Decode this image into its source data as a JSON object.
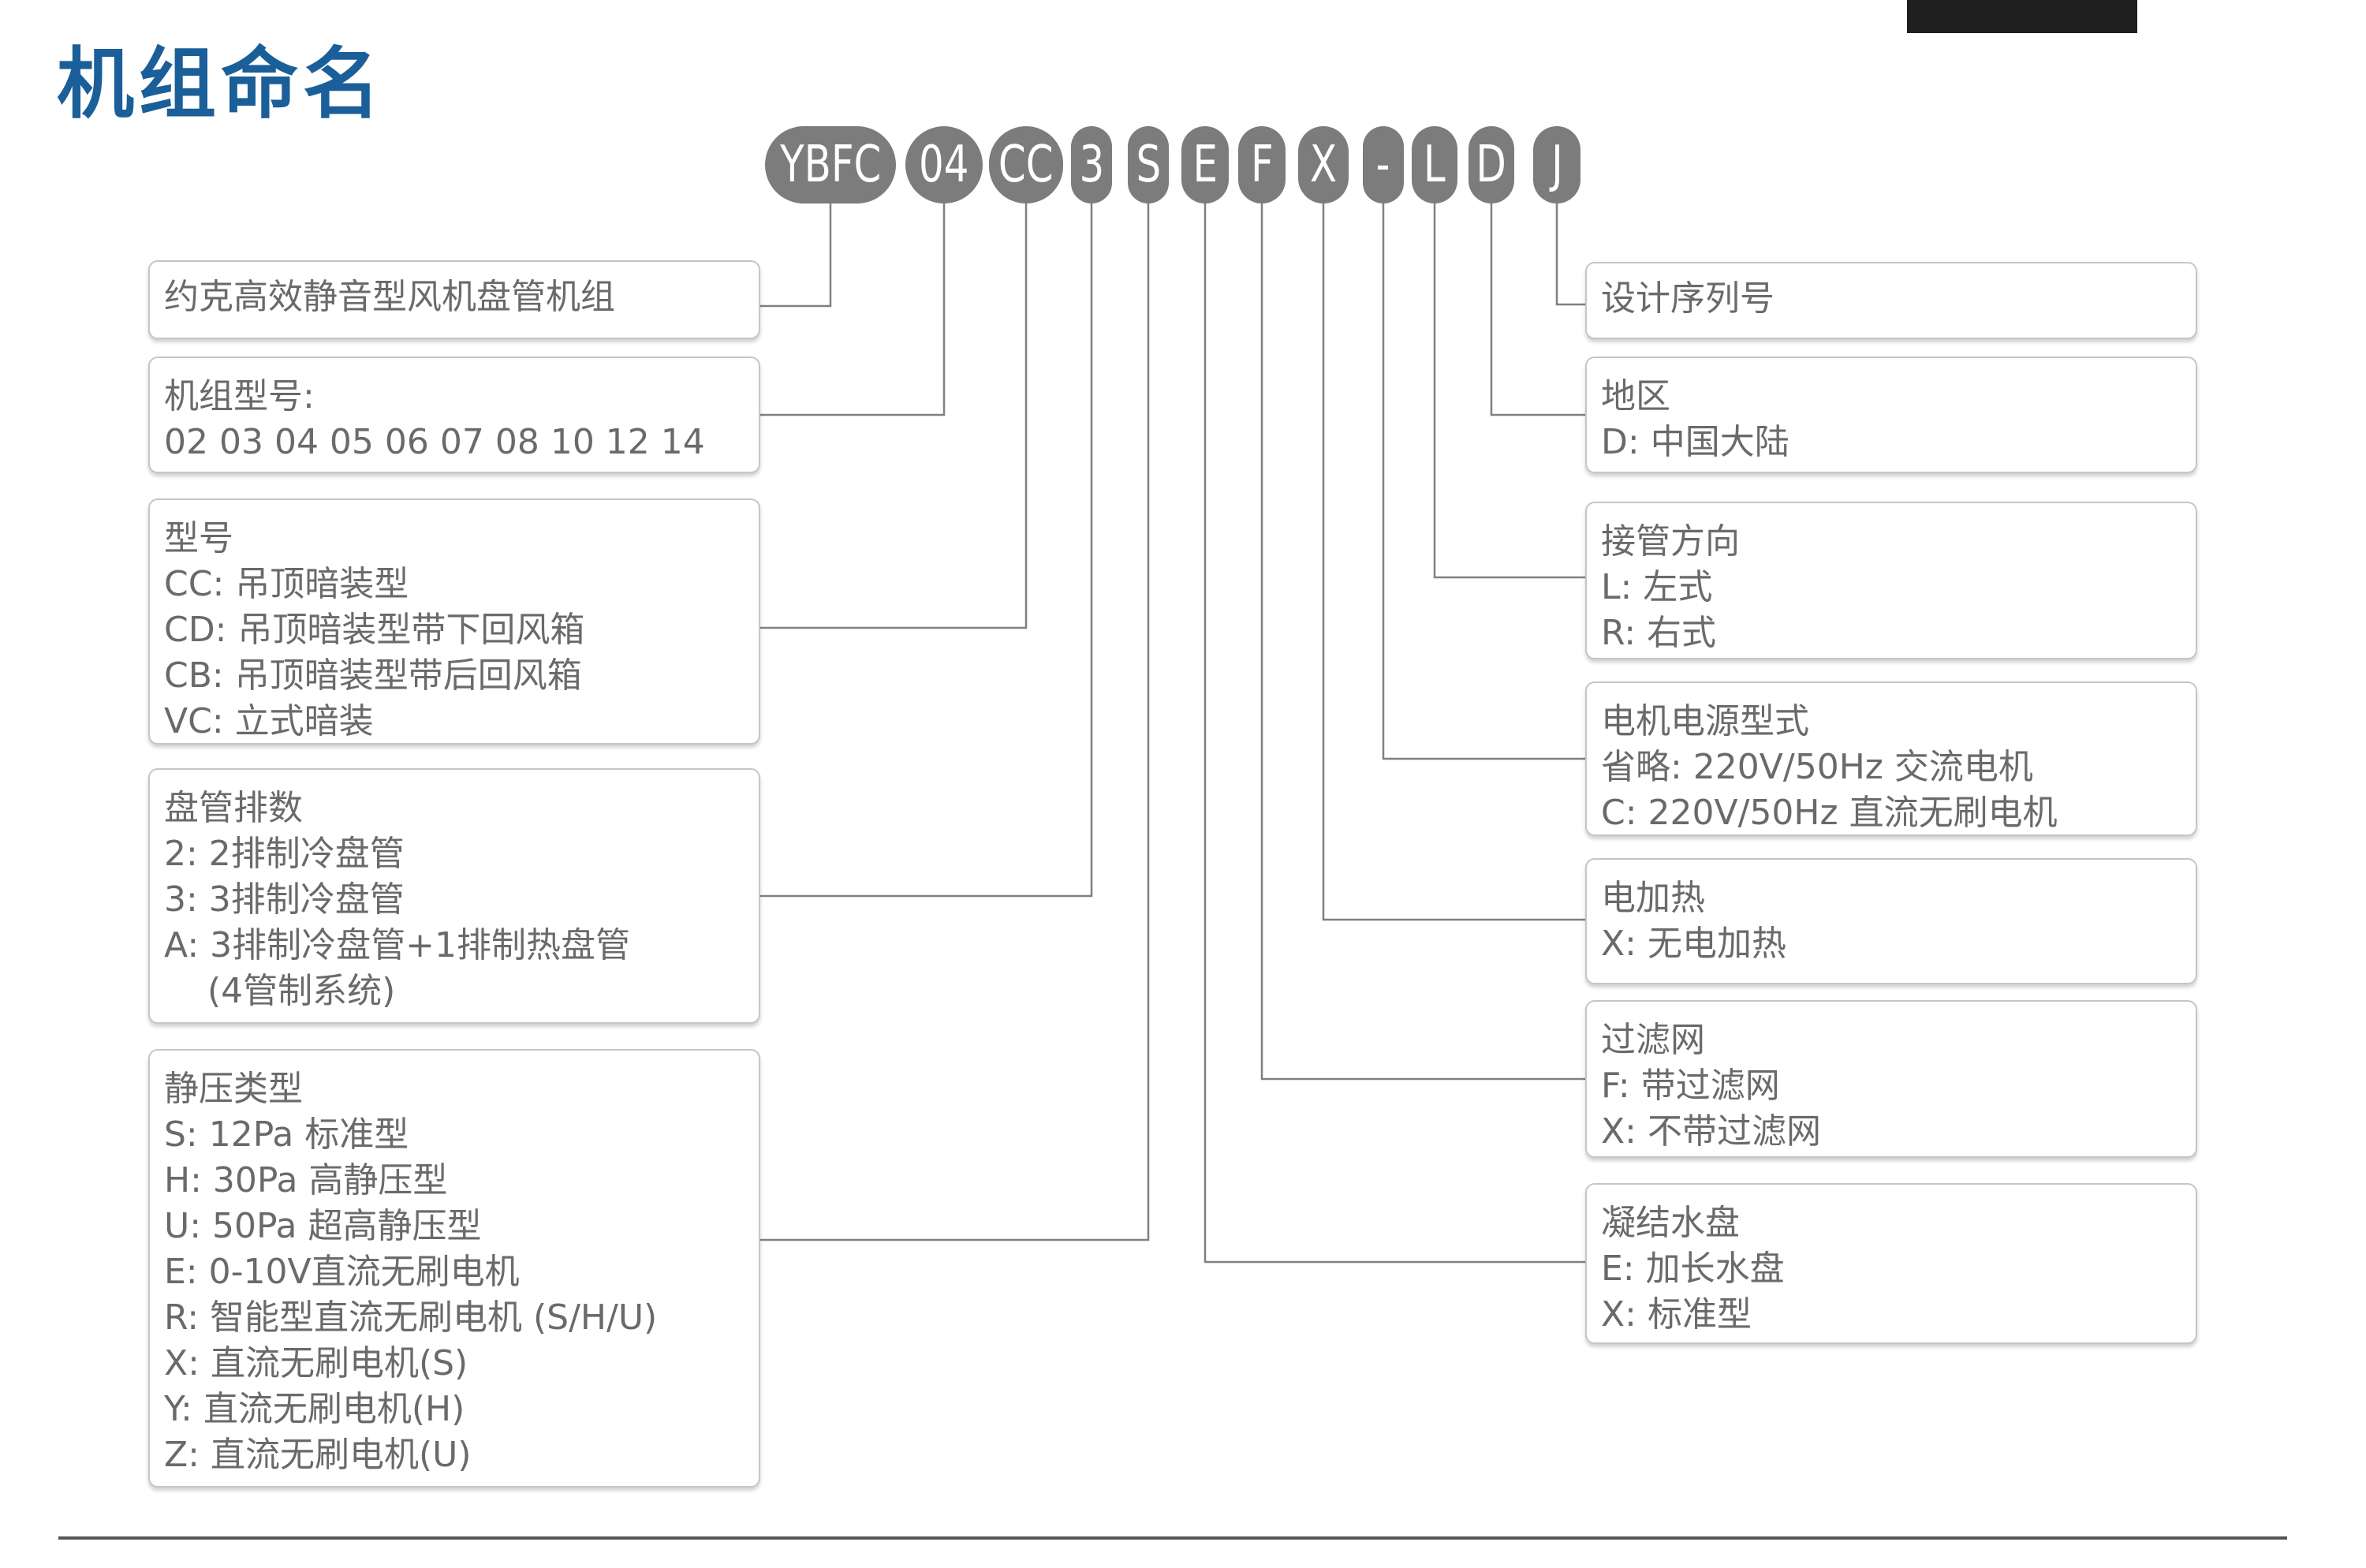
{
  "title": "机组命名",
  "colors": {
    "title": "#1a5f99",
    "pill": "#7c7c7c",
    "box_border": "#c6c6c6",
    "text": "#6a6a6a",
    "connector": "#808080"
  },
  "code_segments": [
    "YBFC",
    "04",
    "CC",
    "3",
    "S",
    "E",
    "F",
    "X",
    "-",
    "L",
    "D",
    "J"
  ],
  "left_boxes": [
    {
      "lines": [
        "约克高效静音型风机盘管机组"
      ]
    },
    {
      "lines": [
        "机组型号:",
        "02 03 04 05 06 07 08 10 12 14"
      ]
    },
    {
      "lines": [
        "型号",
        "CC: 吊顶暗装型",
        "CD: 吊顶暗装型带下回风箱",
        "CB: 吊顶暗装型带后回风箱",
        "VC: 立式暗装"
      ]
    },
    {
      "lines": [
        "盘管排数",
        "2: 2排制冷盘管",
        "3: 3排制冷盘管",
        "A: 3排制冷盘管+1排制热盘管",
        "(4管制系统)"
      ]
    },
    {
      "lines": [
        "静压类型",
        "S: 12Pa 标准型",
        "H: 30Pa 高静压型",
        "U: 50Pa 超高静压型",
        "E: 0-10V直流无刷电机",
        "R: 智能型直流无刷电机 (S/H/U)",
        "X: 直流无刷电机(S)",
        "Y: 直流无刷电机(H)",
        "Z: 直流无刷电机(U)"
      ]
    }
  ],
  "right_boxes": [
    {
      "lines": [
        "设计序列号"
      ]
    },
    {
      "lines": [
        "地区",
        "D: 中国大陆"
      ]
    },
    {
      "lines": [
        "接管方向",
        "L: 左式",
        "R: 右式"
      ]
    },
    {
      "lines": [
        "电机电源型式",
        "省略: 220V/50Hz 交流电机",
        "C: 220V/50Hz 直流无刷电机"
      ]
    },
    {
      "lines": [
        "电加热",
        "X: 无电加热"
      ]
    },
    {
      "lines": [
        "过滤网",
        "F: 带过滤网",
        "X: 不带过滤网"
      ]
    },
    {
      "lines": [
        "凝结水盘",
        "E: 加长水盘",
        "X: 标准型"
      ]
    }
  ]
}
